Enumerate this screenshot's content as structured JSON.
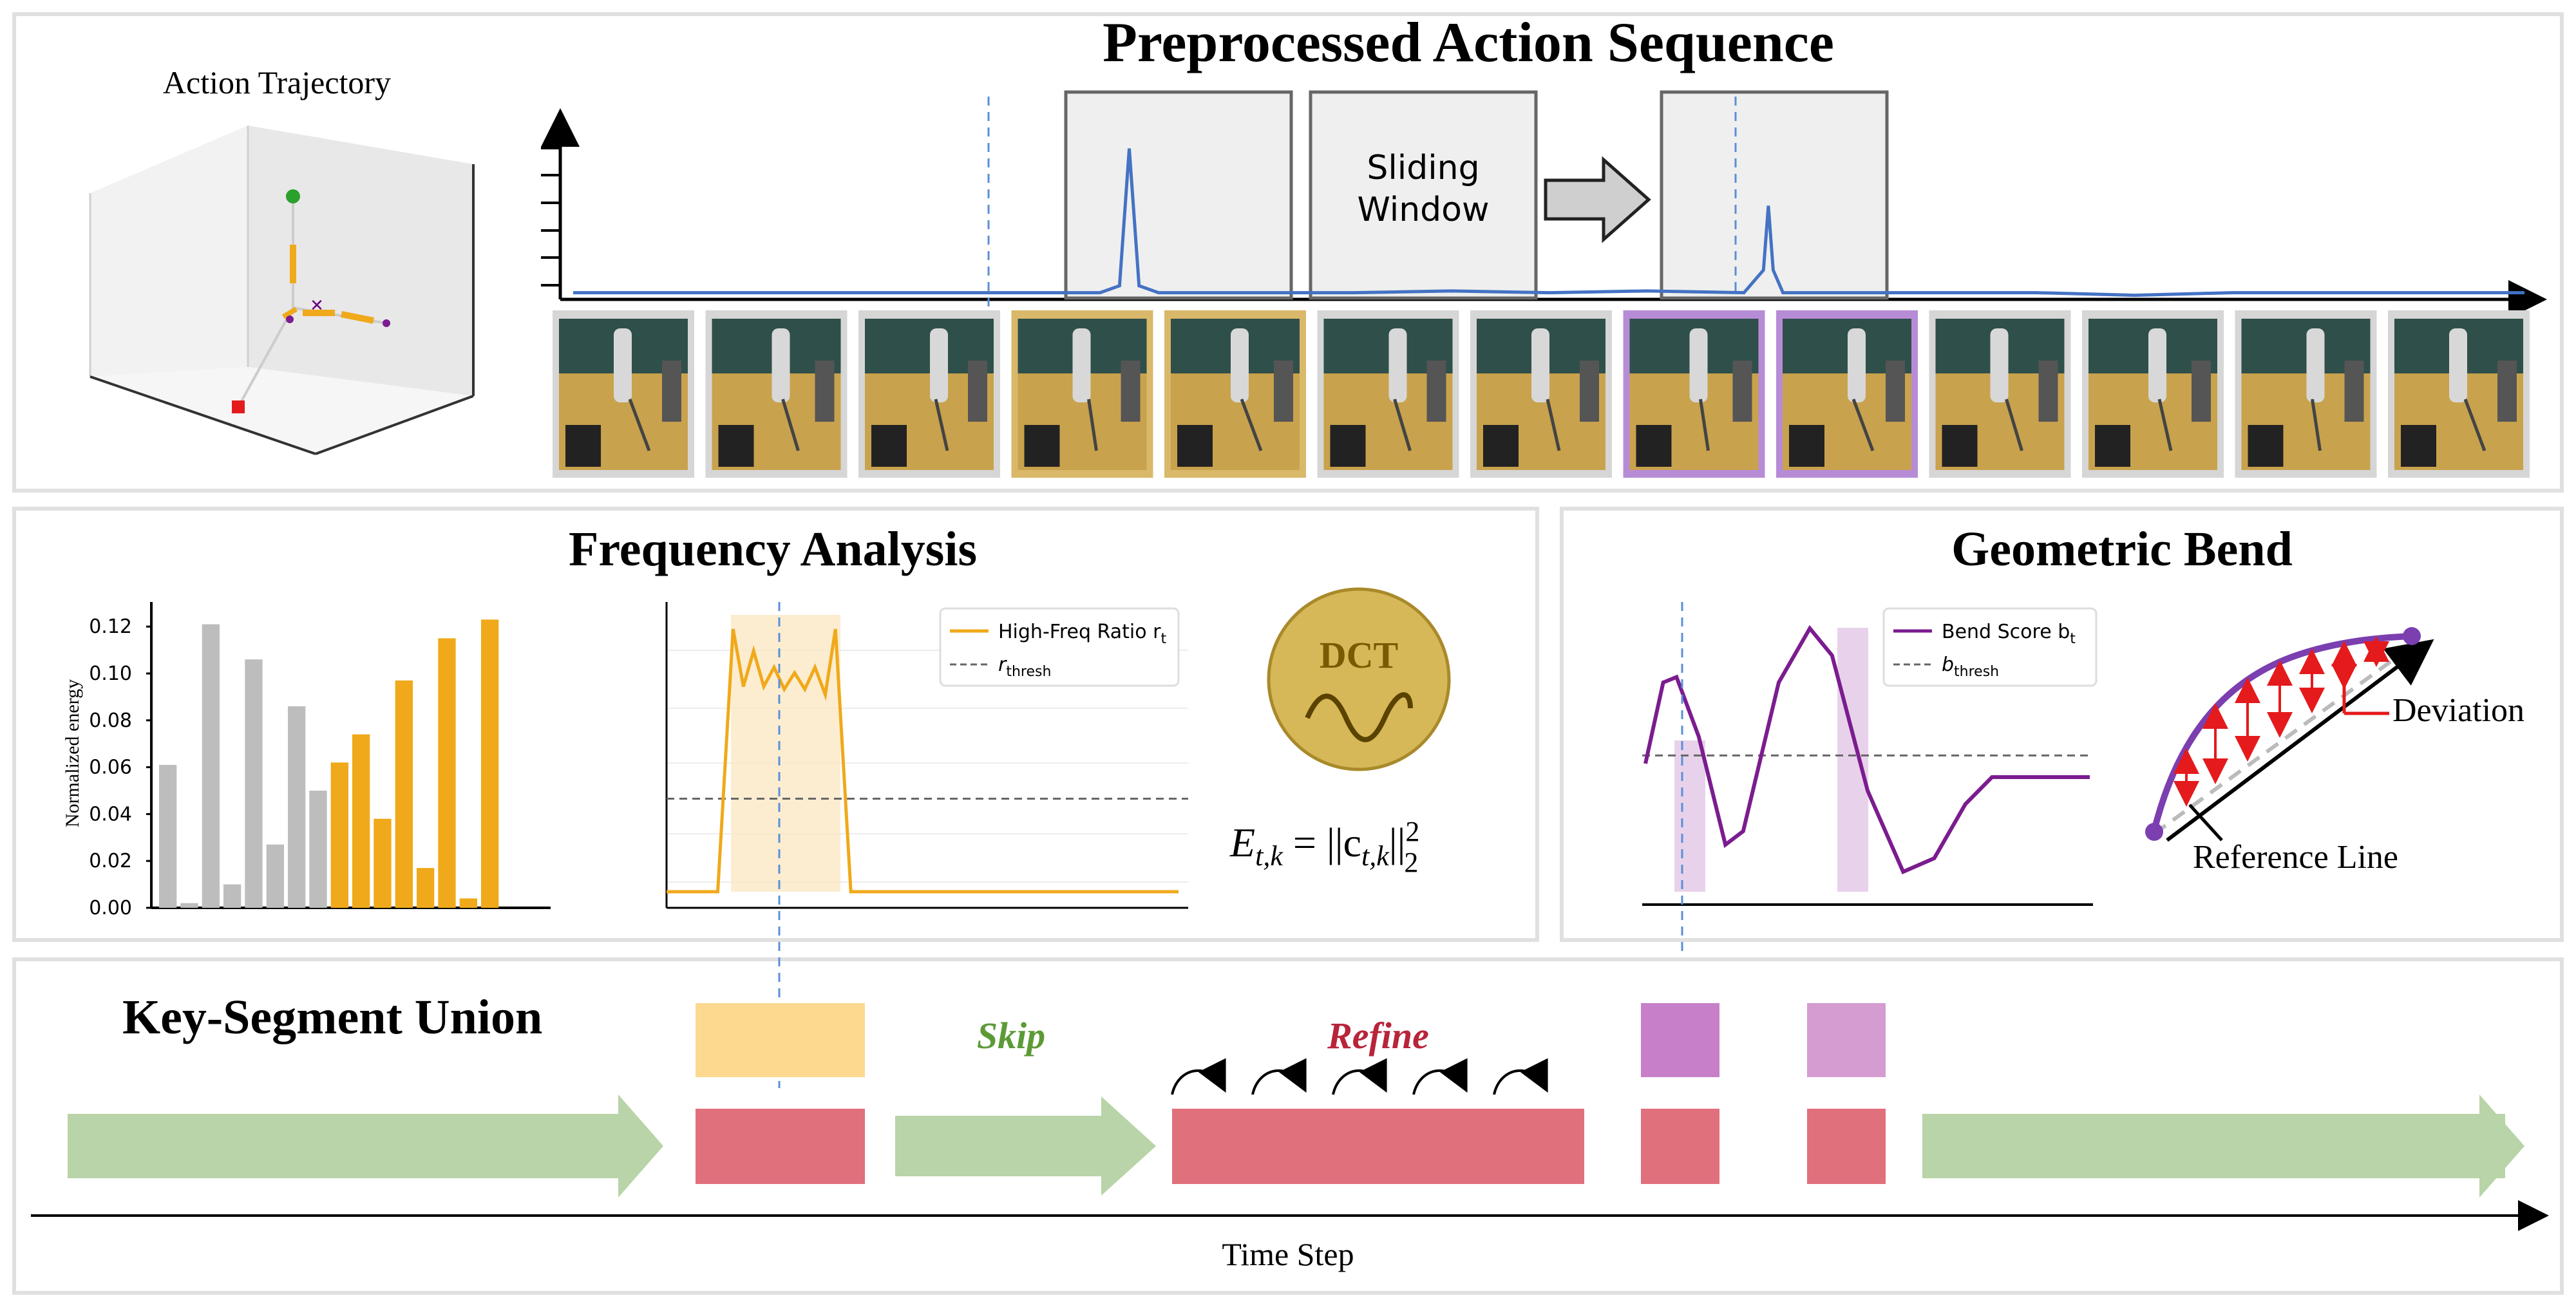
{
  "top": {
    "title": "Preprocessed Action Sequence",
    "trajectory_label": "Action Trajectory",
    "sliding_window_line1": "Sliding",
    "sliding_window_line2": "Window",
    "signal": [
      [
        0,
        0.02
      ],
      [
        0.05,
        0.02
      ],
      [
        0.1,
        0.02
      ],
      [
        0.15,
        0.02
      ],
      [
        0.2,
        0.02
      ],
      [
        0.25,
        0.02
      ],
      [
        0.27,
        0.02
      ],
      [
        0.28,
        0.06
      ],
      [
        0.285,
        0.85
      ],
      [
        0.29,
        0.06
      ],
      [
        0.3,
        0.02
      ],
      [
        0.35,
        0.02
      ],
      [
        0.4,
        0.02
      ],
      [
        0.45,
        0.03
      ],
      [
        0.5,
        0.02
      ],
      [
        0.55,
        0.03
      ],
      [
        0.6,
        0.02
      ],
      [
        0.6,
        0.02
      ],
      [
        0.61,
        0.15
      ],
      [
        0.6125,
        0.52
      ],
      [
        0.615,
        0.15
      ],
      [
        0.62,
        0.02
      ],
      [
        0.65,
        0.02
      ],
      [
        0.7,
        0.02
      ],
      [
        0.75,
        0.02
      ],
      [
        0.8,
        0.005
      ],
      [
        0.85,
        0.02
      ],
      [
        0.9,
        0.02
      ],
      [
        0.95,
        0.02
      ],
      [
        1.0,
        0.02
      ]
    ],
    "frame_highlights": [
      "none",
      "none",
      "none",
      "gold",
      "gold",
      "none",
      "none",
      "purple",
      "purple",
      "none",
      "none",
      "none",
      "none"
    ]
  },
  "frequency": {
    "title": "Frequency Analysis",
    "dct_label": "DCT",
    "formula_lhs": "E",
    "formula_sub": "t,k",
    "formula_mid": " = ||c",
    "formula_sub2": "t,k",
    "formula_end": "||",
    "formula_sup": "2",
    "formula_sub3": "2",
    "legend_series": "High-Freq Ratio r",
    "legend_series_sub": "t",
    "legend_thresh": "r",
    "legend_thresh_sub": "thresh",
    "ratio_curve": [
      [
        0,
        0.0
      ],
      [
        0.1,
        0.0
      ],
      [
        0.13,
        0.96
      ],
      [
        0.15,
        0.75
      ],
      [
        0.17,
        0.88
      ],
      [
        0.19,
        0.75
      ],
      [
        0.21,
        0.82
      ],
      [
        0.23,
        0.74
      ],
      [
        0.25,
        0.8
      ],
      [
        0.27,
        0.74
      ],
      [
        0.29,
        0.82
      ],
      [
        0.31,
        0.72
      ],
      [
        0.33,
        0.96
      ],
      [
        0.36,
        0.0
      ],
      [
        0.5,
        0.0
      ],
      [
        0.7,
        0.0
      ],
      [
        1.0,
        0.0
      ]
    ],
    "thresh": 0.34
  },
  "geometric": {
    "title": "Geometric Bend",
    "legend_series": "Bend Score b",
    "legend_series_sub": "t",
    "legend_thresh": "b",
    "legend_thresh_sub": "thresh",
    "deviation_label": "Deviation",
    "reference_label": "Reference Line",
    "bend_curve": [
      [
        0,
        0.45
      ],
      [
        0.04,
        0.75
      ],
      [
        0.07,
        0.77
      ],
      [
        0.12,
        0.55
      ],
      [
        0.18,
        0.15
      ],
      [
        0.22,
        0.2
      ],
      [
        0.3,
        0.75
      ],
      [
        0.37,
        0.95
      ],
      [
        0.42,
        0.85
      ],
      [
        0.5,
        0.35
      ],
      [
        0.58,
        0.05
      ],
      [
        0.65,
        0.1
      ],
      [
        0.72,
        0.3
      ],
      [
        0.78,
        0.4
      ],
      [
        1.0,
        0.4
      ]
    ],
    "thresh": 0.48
  },
  "bottom": {
    "title": "Key-Segment Union",
    "skip_label": "Skip",
    "refine_label": "Refine",
    "axis_label": "Time Step"
  },
  "colors": {
    "gold": "#f0a91a",
    "gold_light": "#fcd98f",
    "purple": "#7b1c8f",
    "purple_light": "#d59cd2",
    "red_block": "#e0707c",
    "green_arrow": "#b8d4a8",
    "blue_line": "#4472c4",
    "grey_bar": "#bdbdbd",
    "skip_color": "#5c9a36",
    "refine_color": "#b8243a"
  },
  "chart_data": {
    "type": "bar",
    "ylabel": "Normalized energy",
    "ylim": [
      0,
      0.125
    ],
    "yticks": [
      "0.00",
      "0.02",
      "0.04",
      "0.06",
      "0.08",
      "0.10",
      "0.12"
    ],
    "series": [
      {
        "values": [
          0.061,
          0.002,
          0.121,
          0.01,
          0.106,
          0.027,
          0.086,
          0.05,
          0,
          0,
          0,
          0,
          0,
          0,
          0,
          0,
          0,
          0
        ]
      },
      {
        "values": [
          0,
          0,
          0,
          0,
          0,
          0,
          0,
          0,
          0.062,
          0.074,
          0.038,
          0.097,
          0.017,
          0.115,
          0.004,
          0.123,
          0,
          0
        ]
      }
    ]
  }
}
